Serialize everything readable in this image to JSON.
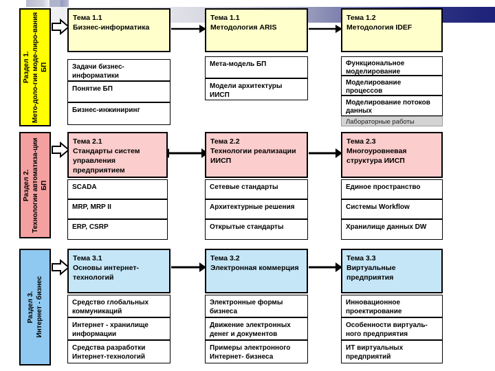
{
  "banner": {
    "kind": "decorative-gradient-bar"
  },
  "sections": [
    {
      "id": "section-1",
      "label": "Раздел 1.\nМето-доло-гии моде-лиро-вания БП",
      "color": "#ffff00"
    },
    {
      "id": "section-2",
      "label": "Раздел 2.\nТехнологии автоматиза-ции БП",
      "color": "#f4a0a0"
    },
    {
      "id": "section-3",
      "label": "Раздел 3.\nИнтернет - бизнес",
      "color": "#8fc8f0"
    }
  ],
  "columns": [
    {
      "row": 1,
      "topic": {
        "number": "Тема 1.1",
        "name": "Бизнес-информатика"
      },
      "items": [
        "Задачи бизнес-\nинформатики",
        "Понятие БП",
        "Бизнес-инжиниринг"
      ]
    },
    {
      "row": 1,
      "topic": {
        "number": "Тема 1.1",
        "name": "Методология ARIS"
      },
      "items": [
        "Мета-модель БП",
        "Модели архитектуры\nИИСП"
      ]
    },
    {
      "row": 1,
      "topic": {
        "number": "Тема 1.2",
        "name": "Методология IDEF"
      },
      "items": [
        "Функциональное\nмоделирование",
        "Моделирование\nпроцессов",
        "Моделирование потоков\nданных"
      ],
      "lab": "Лабораторные работы"
    },
    {
      "row": 2,
      "topic": {
        "number": "Тема 2.1",
        "name": "Стандарты систем\nуправления\nпредприятием"
      },
      "items": [
        "SCADA",
        "MRP, MRP II",
        "ERP, CSRP"
      ]
    },
    {
      "row": 2,
      "topic": {
        "number": "Тема 2.2",
        "name": "Технологии реализации\nИИСП"
      },
      "items": [
        "Сетевые стандарты",
        "Архитектурные решения",
        "Открытые стандарты"
      ]
    },
    {
      "row": 2,
      "topic": {
        "number": "Тема 2.3",
        "name": "Многоуровневая\nструктура ИИСП"
      },
      "items": [
        "Единое пространство",
        "Системы Workflow",
        "Хранилище данных DW"
      ]
    },
    {
      "row": 3,
      "topic": {
        "number": "Тема 3.1",
        "name": "Основы интернет-\nтехнологий"
      },
      "items": [
        "Средство глобальных\nкоммуникаций",
        "Интернет - хранилище\nинформации",
        "Средства разработки\nИнтернет-технологий"
      ]
    },
    {
      "row": 3,
      "topic": {
        "number": "Тема 3.2",
        "name": "Электронная коммерция"
      },
      "items": [
        "Электронные формы\nбизнеса",
        "Движение электронных\nденег и документов",
        "Примеры электронного\nИнтернет- бизнеса"
      ]
    },
    {
      "row": 3,
      "topic": {
        "number": "Тема 3.3",
        "name": "Виртуальные\nпредприятия"
      },
      "items": [
        "Инновационное\nпроектирование",
        "Особенности виртуаль-\nного предприятия",
        "ИТ виртуальных\nпредприятий"
      ]
    }
  ],
  "colors": {
    "section1": "#ffff00",
    "section2": "#f4a0a0",
    "section3": "#8fc8f0",
    "topic1": "#ffffcc",
    "topic2": "#fbcdcd",
    "topic3": "#c5e6f7",
    "lab": "#d4d4d4",
    "line": "#000000"
  }
}
